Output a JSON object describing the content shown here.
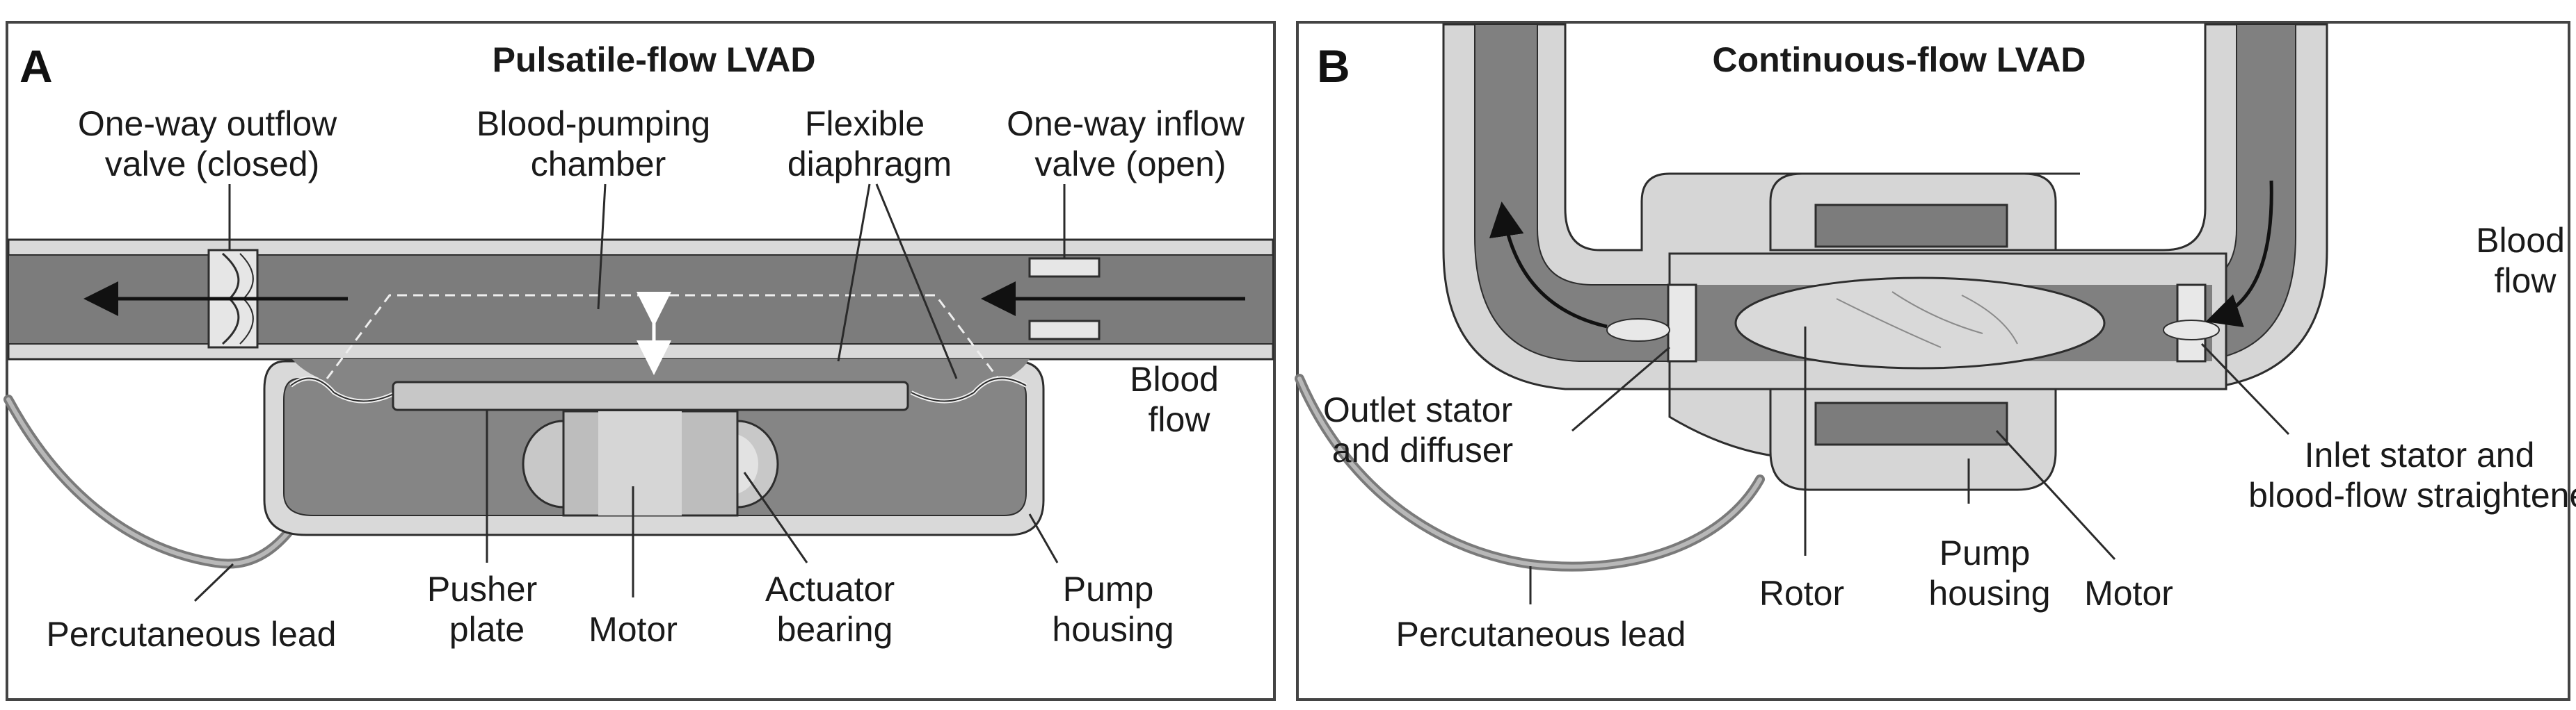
{
  "panel_a": {
    "letter": "A",
    "title": "Pulsatile-flow LVAD",
    "labels": {
      "outflow_valve_1": "One-way outflow",
      "outflow_valve_2": "valve (closed)",
      "chamber_1": "Blood-pumping",
      "chamber_2": "chamber",
      "diaphragm_1": "Flexible",
      "diaphragm_2": "diaphragm",
      "inflow_valve_1": "One-way inflow",
      "inflow_valve_2": "valve (open)",
      "blood_flow_1": "Blood",
      "blood_flow_2": "flow",
      "percutaneous_lead": "Percutaneous lead",
      "pusher_plate_1": "Pusher",
      "pusher_plate_2": "plate",
      "motor": "Motor",
      "actuator_1": "Actuator",
      "actuator_2": "bearing",
      "pump_housing_1": "Pump",
      "pump_housing_2": "housing"
    }
  },
  "panel_b": {
    "letter": "B",
    "title": "Continuous-flow LVAD",
    "labels": {
      "blood_flow_1": "Blood",
      "blood_flow_2": "flow",
      "outlet_1": "Outlet stator",
      "outlet_2": "and diffuser",
      "inlet_1": "Inlet stator and",
      "inlet_2": "blood-flow straightener",
      "pump_housing_1": "Pump",
      "pump_housing_2": "housing",
      "rotor": "Rotor",
      "motor": "Motor",
      "percutaneous_lead": "Percutaneous lead"
    }
  },
  "colors": {
    "frame": "#444444",
    "dark_gray": "#7a7a7a",
    "mid_gray": "#a6a6a6",
    "light_gray": "#d6d6d6",
    "outline": "#2d2d2d"
  }
}
